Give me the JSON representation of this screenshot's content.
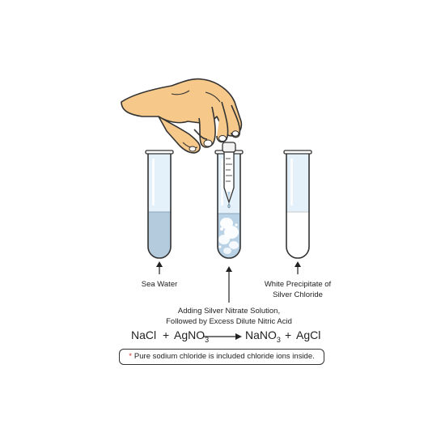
{
  "labels": {
    "sea_water": "Sea Water",
    "precipitate_line1": "White Precipitate of",
    "precipitate_line2": "Silver Chloride",
    "adding_line1": "Adding Silver Nitrate Solution,",
    "adding_line2": "Followed by Excess Dilute Nitric Acid"
  },
  "equation": {
    "reactant1": "NaCl",
    "plus1": "+",
    "reactant2": "AgNO",
    "reactant2_sub": "3",
    "product1": "NaNO",
    "product1_sub": "3",
    "plus2": "+",
    "product2": "AgCl"
  },
  "note": {
    "marker": "*",
    "text": "Pure sodium chloride is included chloride ions inside."
  },
  "colors": {
    "tube_glass": "#e4f1fa",
    "sea_water": "#b3cbdd",
    "precipitate_liquid": "#b9d2e6",
    "white_precipitate": "#ffffff",
    "hand_skin": "#f6c98a",
    "outline": "#333333",
    "note_marker": "#d0302a"
  }
}
